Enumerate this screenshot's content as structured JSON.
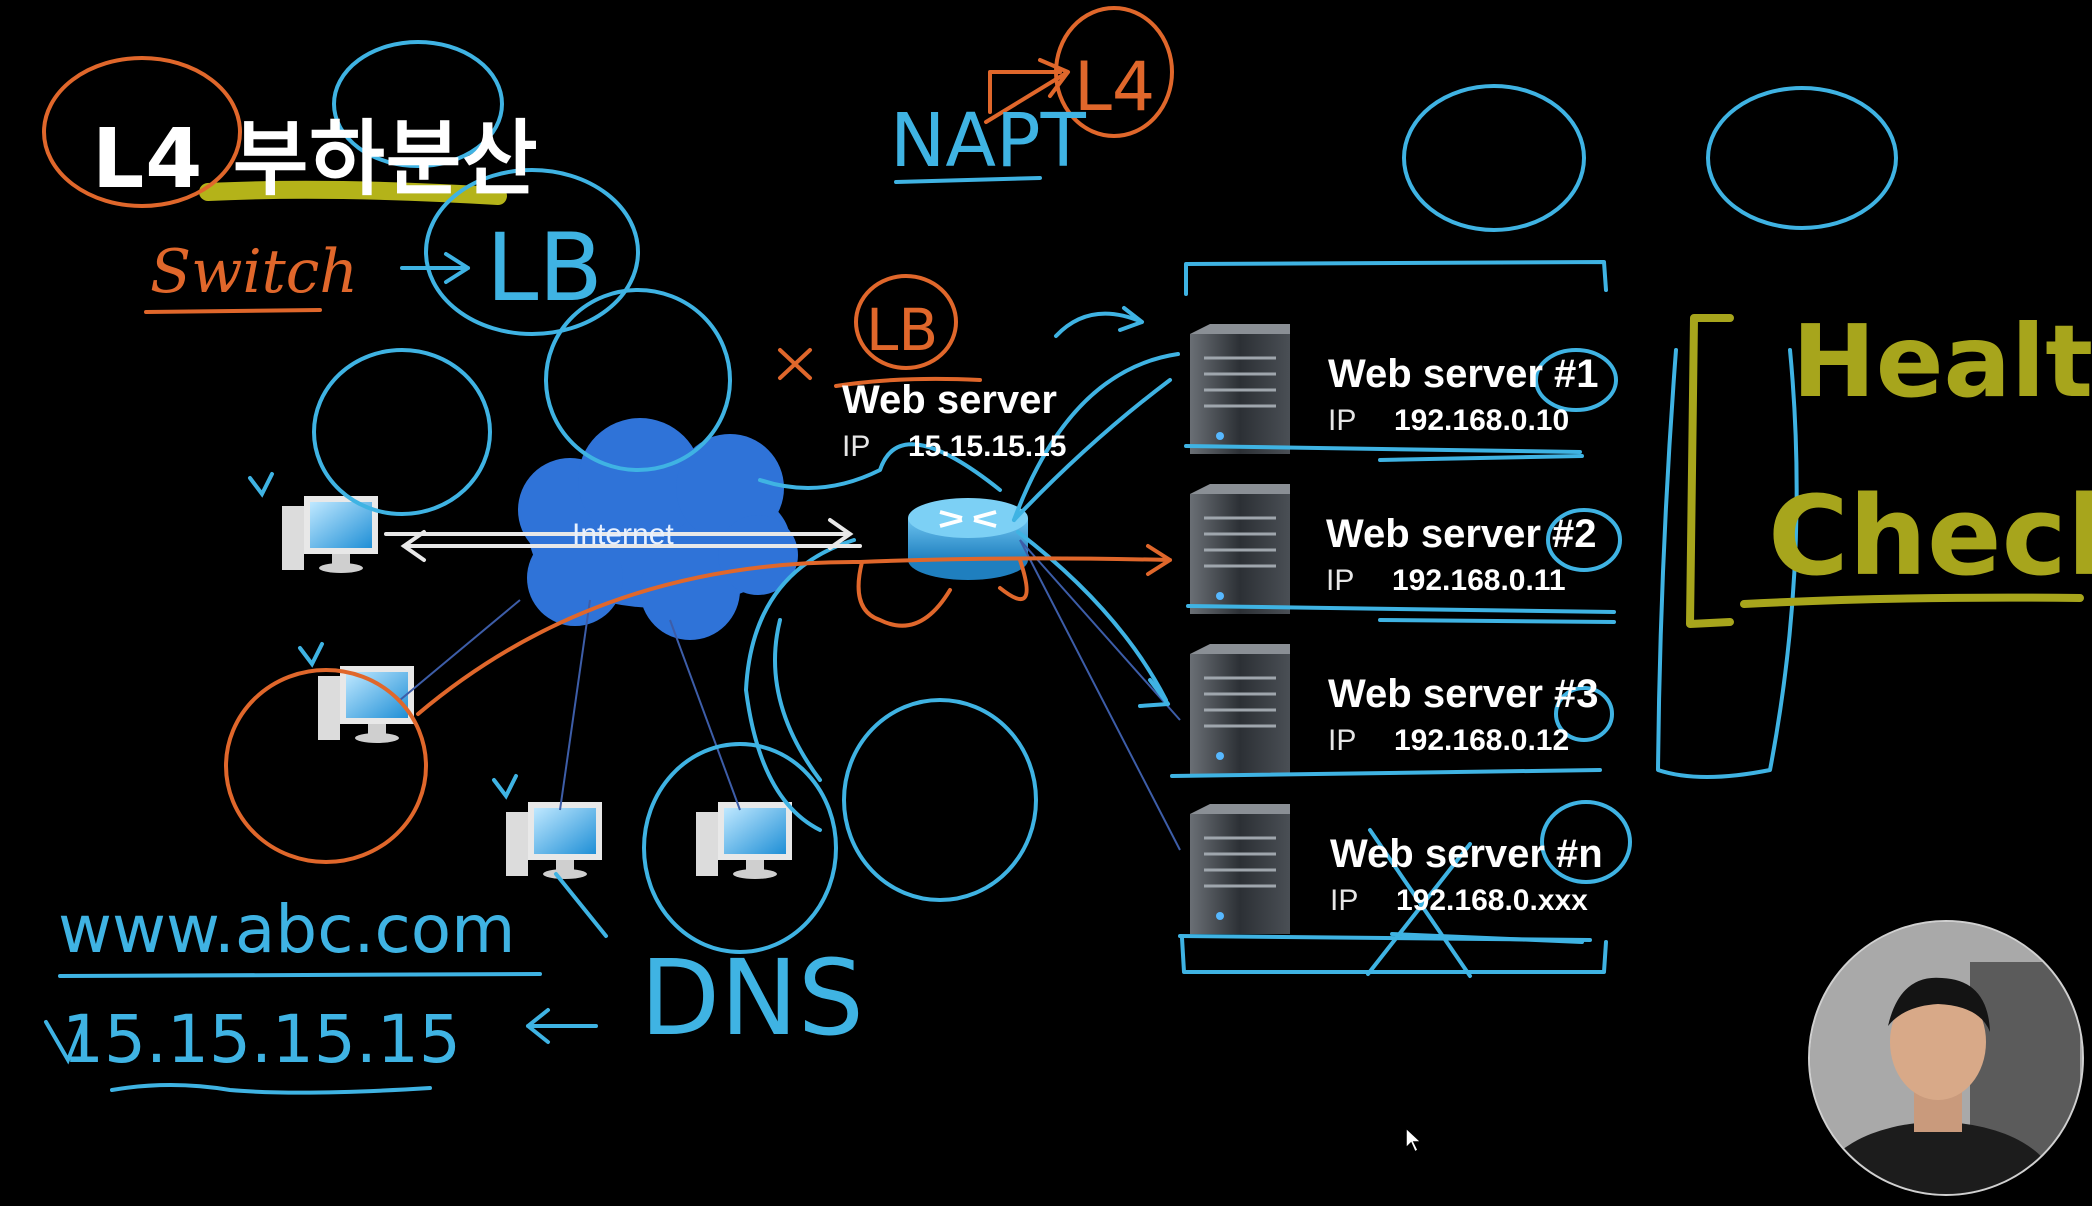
{
  "title": "L4 부하분산",
  "internet_label": "Internet",
  "lb_server": {
    "name": "Web server",
    "ip_label": "IP",
    "ip": "15.15.15.15"
  },
  "servers": [
    {
      "name": "Web server #1",
      "ip_label": "IP",
      "ip": "192.168.0.10"
    },
    {
      "name": "Web server #2",
      "ip_label": "IP",
      "ip": "192.168.0.11"
    },
    {
      "name": "Web server #3",
      "ip_label": "IP",
      "ip": "192.168.0.12"
    },
    {
      "name": "Web server #n",
      "ip_label": "IP",
      "ip": "192.168.0.xxx"
    }
  ],
  "annotations": {
    "switch": "Switch",
    "lb": "LB",
    "napt": "NAPT",
    "l4": "L4",
    "url": "www.abc.com",
    "ip": "15.15.15.15",
    "dns": "DNS",
    "health": "Health",
    "check": "Check"
  },
  "colors": {
    "ink_blue": "#3fb3e3",
    "ink_orange": "#e0672b",
    "ink_yellow": "#a7a51c",
    "cloud": "#2f73d8"
  }
}
